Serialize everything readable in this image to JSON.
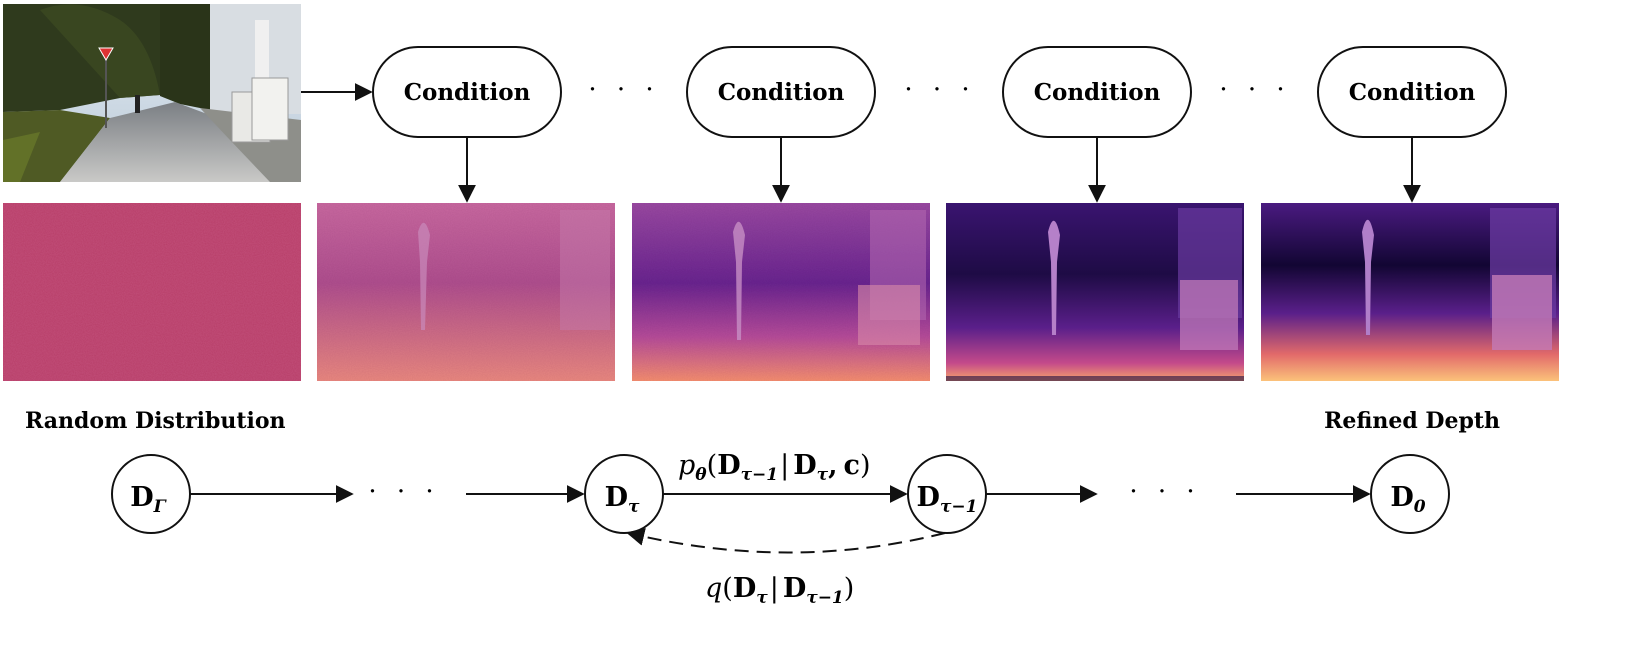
{
  "condition_label": "Condition",
  "ellipsis": "· · ·",
  "labels": {
    "random_distribution": "Random Distribution",
    "refined_depth": "Refined Depth"
  },
  "nodes": {
    "d_gamma": {
      "main": "D",
      "sub": "Γ"
    },
    "d_tau": {
      "main": "D",
      "sub": "τ"
    },
    "d_tau_minus_1": {
      "main": "D",
      "sub": "τ−1"
    },
    "d_0": {
      "main": "D",
      "sub": "0"
    }
  },
  "formulas": {
    "forward": {
      "fn": "p",
      "fn_sub": "θ",
      "open": "(",
      "d1": "D",
      "d1_sub": "τ−1",
      "bar": "|",
      "d2": "D",
      "d2_sub": "τ",
      "comma": ",",
      "c": "c",
      "close": ")"
    },
    "reverse": {
      "fn": "q",
      "open": "(",
      "d1": "D",
      "d1_sub": "τ",
      "bar": "|",
      "d2": "D",
      "d2_sub": "τ−1",
      "close": ")"
    }
  },
  "colors": {
    "noise_base": "#c9507a",
    "depth_dark": "#2a0a4a",
    "depth_mid": "#7a2a8a",
    "depth_light": "#f3a46b",
    "magma_top": "#5a1f7e"
  }
}
